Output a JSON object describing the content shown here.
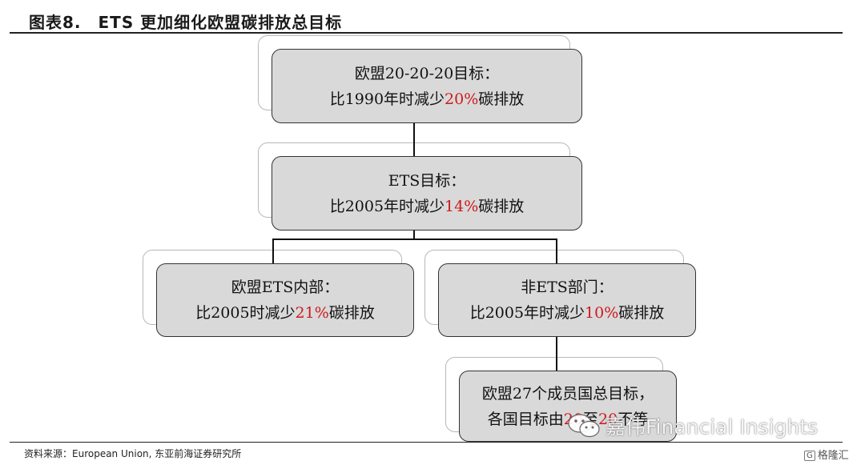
{
  "figure": {
    "title": "图表8.　ETS 更加细化欧盟碳排放总目标",
    "source": "资料来源：European Union, 东亚前海证券研究所"
  },
  "nodes": {
    "eu_total": {
      "line1": "欧盟20-20-20目标：",
      "line2_prefix": "比1990年时减少",
      "line2_highlight": "20%",
      "line2_suffix": "碳排放"
    },
    "ets_goal": {
      "line1": "ETS目标：",
      "line2_prefix": "比2005年时减少",
      "line2_highlight": "14%",
      "line2_suffix": "碳排放"
    },
    "ets_internal": {
      "line1": "欧盟ETS内部：",
      "line2_prefix": "比2005时减少",
      "line2_highlight": "21%",
      "line2_suffix": "碳排放"
    },
    "non_ets": {
      "line1": "非ETS部门：",
      "line2_prefix": "比2005年时减少",
      "line2_highlight": "10%",
      "line2_suffix": "碳排放"
    },
    "member_states": {
      "line1": "欧盟27个成员国总目标，",
      "line2_prefix": "各国目标由",
      "line2_highlight_a": "20",
      "line2_mid": "至",
      "line2_highlight_b": "20",
      "line2_suffix": "不等"
    }
  },
  "watermark": {
    "text": "嘉伟Financial Insights"
  },
  "corner_logo": {
    "glyph": "G",
    "text": "格隆汇"
  },
  "colors": {
    "highlight": "#d0191c",
    "box_fill": "#d9d9d9",
    "box_border": "#333333"
  }
}
